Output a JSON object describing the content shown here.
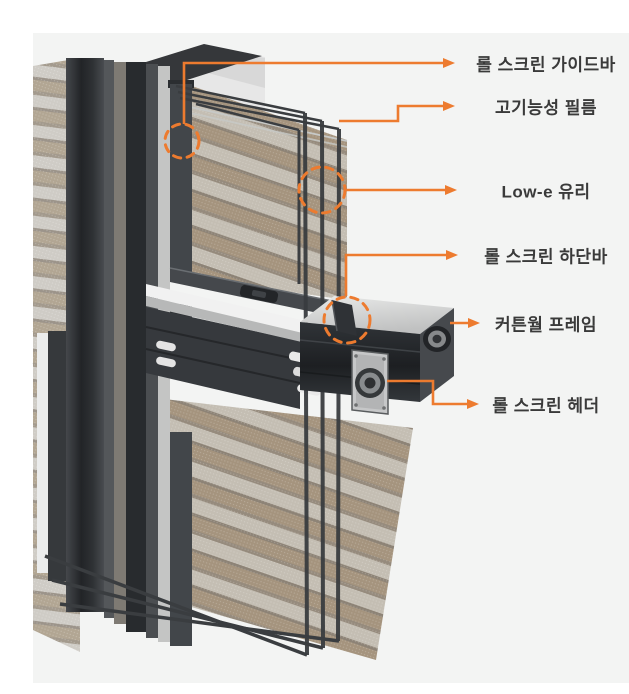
{
  "page": {
    "background": "#ffffff",
    "canvas_background": "#f3f4f3"
  },
  "diagram": {
    "type": "annotated-illustration",
    "accent_color": "#ED7B2F",
    "label_color": "#3A3A3A",
    "callouts": [
      {
        "id": "roll-screen-guide-bar",
        "label": "롤 스크린 가이드바"
      },
      {
        "id": "high-performance-film",
        "label": "고기능성 필름"
      },
      {
        "id": "low-e-glass",
        "label": "Low-e 유리"
      },
      {
        "id": "roll-screen-bottom-bar",
        "label": "롤 스크린 하단바"
      },
      {
        "id": "curtain-wall-frame",
        "label": "커튼월 프레임"
      },
      {
        "id": "roll-screen-header",
        "label": "롤 스크린 헤더"
      }
    ]
  }
}
